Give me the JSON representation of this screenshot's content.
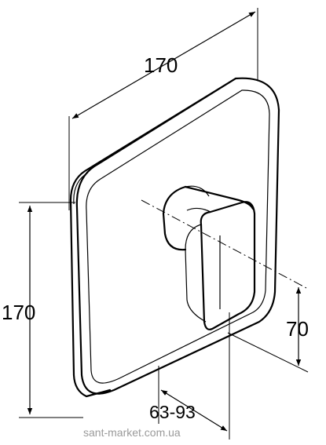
{
  "dimensions": {
    "width_label": "170",
    "height_label": "170",
    "lever_height_label": "70",
    "depth_label": "63-93"
  },
  "watermark": "sant-market.com.ua"
}
